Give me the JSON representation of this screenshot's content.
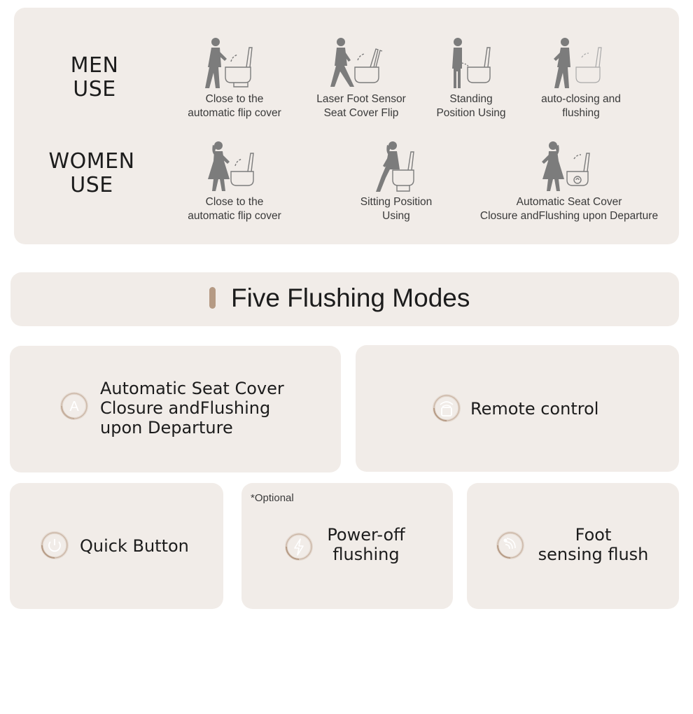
{
  "usage": {
    "men_title": "MEN\nUSE",
    "women_title": "WOMEN\nUSE",
    "men_steps": [
      {
        "label": "Close to the\nautomatic flip cover",
        "icon": "man-approaching-toilet-icon"
      },
      {
        "label": "Laser Foot Sensor\nSeat Cover Flip",
        "icon": "man-kicking-sensor-icon"
      },
      {
        "label": "Standing\nPosition Using",
        "icon": "man-standing-at-toilet-icon"
      },
      {
        "label": "auto-closing and\nflushing",
        "icon": "man-leaving-toilet-icon"
      }
    ],
    "women_steps": [
      {
        "label": "Close to the\nautomatic flip cover",
        "icon": "woman-approaching-toilet-icon"
      },
      {
        "label": "Sitting Position\nUsing",
        "icon": "woman-sitting-on-toilet-icon"
      },
      {
        "label": "Automatic Seat Cover\nClosure andFlushing upon Departure",
        "icon": "woman-leaving-toilet-flushing-icon"
      }
    ]
  },
  "header": {
    "title": "Five Flushing Modes"
  },
  "modes": [
    {
      "label": "Automatic Seat Cover\nClosure andFlushing\nupon Departure",
      "icon": "auto-mode-icon"
    },
    {
      "label": "Remote control",
      "icon": "remote-control-icon"
    },
    {
      "label": "Quick Button",
      "icon": "power-button-icon"
    },
    {
      "label": "Power-off\nflushing",
      "icon": "lightning-icon",
      "note": "*Optional"
    },
    {
      "label": "Foot\nsensing flush",
      "icon": "foot-sensor-icon"
    }
  ],
  "colors": {
    "panel": "#f1ece8",
    "accent": "#b59a84",
    "figure": "#7c7c7c",
    "text": "#1c1c1c"
  }
}
